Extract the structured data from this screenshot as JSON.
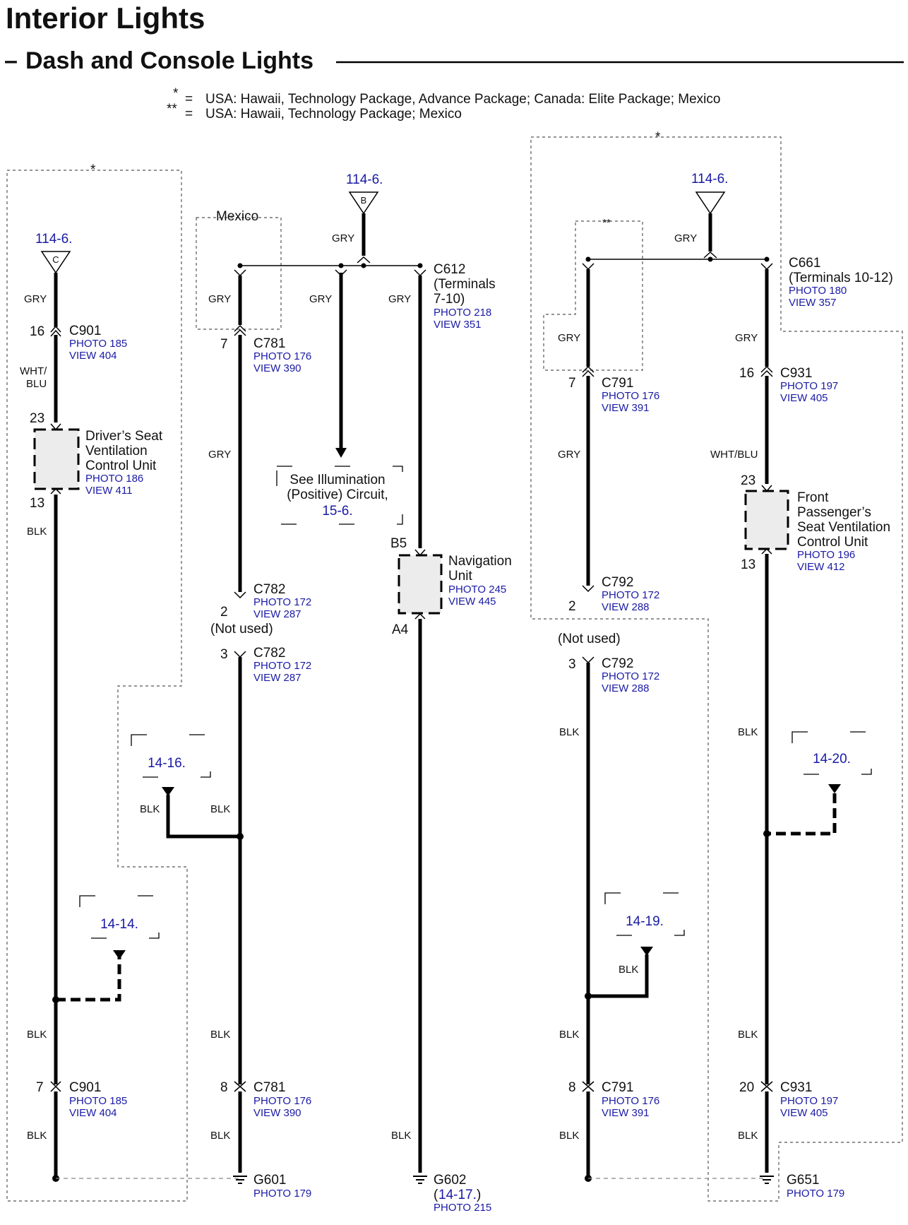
{
  "header": {
    "title": "Interior Lights",
    "subtitle": "Dash and Console Lights"
  },
  "notes": [
    {
      "mark": "*",
      "text": "USA: Hawaii, Technology Package, Advance Package; Canada: Elite Package; Mexico"
    },
    {
      "mark": "**",
      "text": "USA: Hawaii, Technology Package; Mexico"
    }
  ],
  "region_marks": {
    "star": "*",
    "double_star": "**",
    "mexico": "Mexico"
  },
  "power_refs": [
    {
      "page": "114-6.",
      "terminal": "C"
    },
    {
      "page": "114-6.",
      "terminal": "B"
    },
    {
      "page": "114-6.",
      "terminal": ""
    }
  ],
  "wire_colors": {
    "gry": "GRY",
    "blk": "BLK",
    "wht_blu": "WHT/BLU",
    "wht_blu_split": [
      "WHT/",
      "BLU"
    ]
  },
  "connectors": {
    "c901_top": {
      "pin": "16",
      "name": "C901",
      "photo": "PHOTO 185",
      "view": "VIEW 404"
    },
    "c901_bottom": {
      "pin": "7",
      "name": "C901",
      "photo": "PHOTO 185",
      "view": "VIEW 404"
    },
    "c781_top": {
      "pin": "7",
      "name": "C781",
      "photo": "PHOTO 176",
      "view": "VIEW 390"
    },
    "c781_bottom": {
      "pin": "8",
      "name": "C781",
      "photo": "PHOTO 176",
      "view": "VIEW 390"
    },
    "c782_a": {
      "pin": "2",
      "name": "C782",
      "photo": "PHOTO 172",
      "view": "VIEW 287"
    },
    "c782_b": {
      "pin": "3",
      "name": "C782",
      "photo": "PHOTO 172",
      "view": "VIEW 287"
    },
    "c612": {
      "name": "C612",
      "line1": "(Terminals",
      "line2": "7-10)",
      "photo": "PHOTO 218",
      "view": "VIEW 351"
    },
    "c661": {
      "name": "C661",
      "line1": "(Terminals 10-12)",
      "photo": "PHOTO 180",
      "view": "VIEW 357"
    },
    "c791_top": {
      "pin": "7",
      "name": "C791",
      "photo": "PHOTO 176",
      "view": "VIEW 391"
    },
    "c791_bottom": {
      "pin": "8",
      "name": "C791",
      "photo": "PHOTO 176",
      "view": "VIEW 391"
    },
    "c792_a": {
      "pin": "2",
      "name": "C792",
      "photo": "PHOTO 172",
      "view": "VIEW 288"
    },
    "c792_b": {
      "pin": "3",
      "name": "C792",
      "photo": "PHOTO 172",
      "view": "VIEW 288"
    },
    "c931_top": {
      "pin": "16",
      "name": "C931",
      "photo": "PHOTO 197",
      "view": "VIEW 405"
    },
    "c931_bottom": {
      "pin": "20",
      "name": "C931",
      "photo": "PHOTO 197",
      "view": "VIEW 405"
    }
  },
  "not_used": "(Not used)",
  "components": {
    "driver_seat": {
      "lines": [
        "Driver’s Seat",
        "Ventilation",
        "Control Unit"
      ],
      "photo": "PHOTO 186",
      "view": "VIEW 411",
      "pin_in": "23",
      "pin_out": "13"
    },
    "navigation": {
      "lines": [
        "Navigation",
        "Unit"
      ],
      "photo": "PHOTO 245",
      "view": "VIEW 445",
      "pin_in": "B5",
      "pin_out": "A4"
    },
    "passenger_seat": {
      "lines": [
        "Front",
        "Passenger’s",
        "Seat Ventilation",
        "Control Unit"
      ],
      "photo": "PHOTO 196",
      "view": "VIEW 412",
      "pin_in": "23",
      "pin_out": "13"
    }
  },
  "illumination": {
    "line1": "See Illumination",
    "line2": "(Positive) Circuit,",
    "ref": "15-6."
  },
  "page_refs": {
    "r1414": "14-14.",
    "r1416": "14-16.",
    "r1419": "14-19.",
    "r1420": "14-20."
  },
  "grounds": {
    "g601": {
      "name": "G601",
      "photo": "PHOTO 179"
    },
    "g602": {
      "name": "G602",
      "ref_open": "(",
      "ref": "14-17.",
      "ref_close": ")",
      "photo": "PHOTO 215"
    },
    "g651": {
      "name": "G651",
      "photo": "PHOTO 179"
    }
  }
}
